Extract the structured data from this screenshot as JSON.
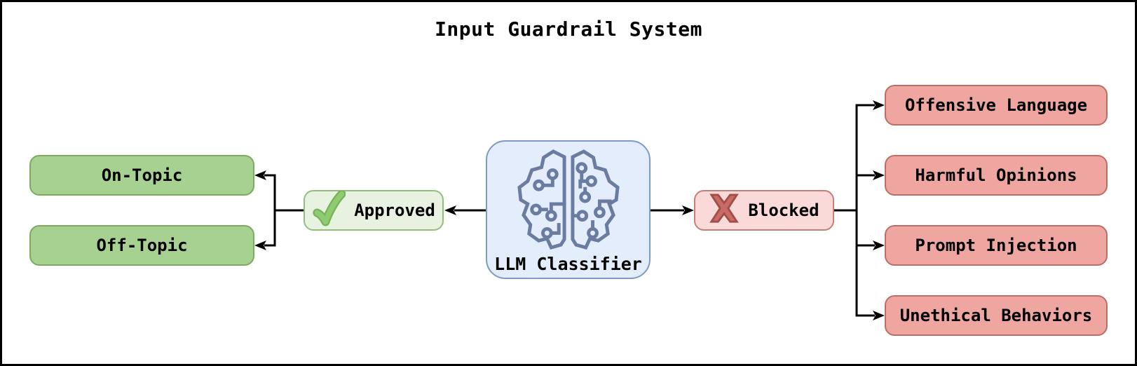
{
  "title": "Input Guardrail System",
  "nodes": {
    "classifier": {
      "label": "LLM Classifier",
      "icon": "brain-circuit-icon"
    },
    "approved": {
      "label": "Approved",
      "icon": "check-icon"
    },
    "blocked": {
      "label": "Blocked",
      "icon": "x-icon"
    },
    "approved_outcomes": [
      {
        "label": "On-Topic"
      },
      {
        "label": "Off-Topic"
      }
    ],
    "blocked_categories": [
      {
        "label": "Offensive Language"
      },
      {
        "label": "Harmful Opinions"
      },
      {
        "label": "Prompt Injection"
      },
      {
        "label": "Unethical Behaviors"
      }
    ]
  },
  "colors": {
    "background": "#ffffff",
    "text": "#000000",
    "line": "#000000",
    "green-fill": "#a7d190",
    "green-border": "#7fa860",
    "approved-fill": "#e8f2e1",
    "approved-border": "#93bf7c",
    "red-fill": "#efa6a1",
    "red-border": "#be6d66",
    "blocked-fill": "#f9dad8",
    "blocked-border": "#c57e78",
    "blue-fill": "#e4edfb",
    "blue-border": "#7f9ac4",
    "brain": "#6b7ca1",
    "check-green": "#8fcb70",
    "check-outline": "#76b257",
    "x-red": "#c96b65",
    "x-outline": "#a24e48"
  }
}
